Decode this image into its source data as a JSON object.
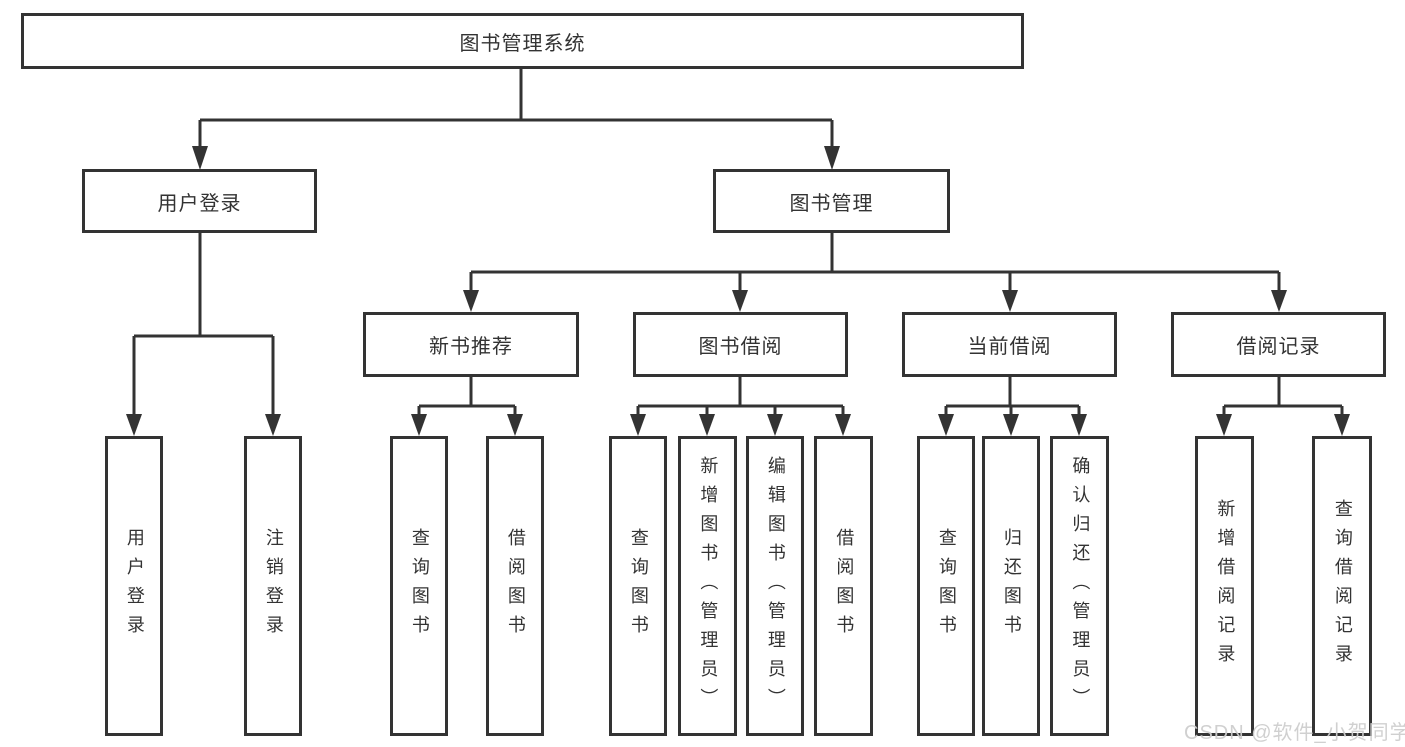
{
  "colors": {
    "line": "#333333",
    "box_border": "#333333",
    "text": "#333333",
    "background": "#ffffff",
    "watermark": "#cdcdcd"
  },
  "tree": {
    "label": "图书管理系统",
    "children": [
      {
        "label": "用户登录",
        "children": [
          {
            "label": "用户登录"
          },
          {
            "label": "注销登录"
          }
        ]
      },
      {
        "label": "图书管理",
        "children": [
          {
            "label": "新书推荐",
            "children": [
              {
                "label": "查询图书"
              },
              {
                "label": "借阅图书"
              }
            ]
          },
          {
            "label": "图书借阅",
            "children": [
              {
                "label": "查询图书"
              },
              {
                "label": "新增图书（管理员）"
              },
              {
                "label": "编辑图书（管理员）"
              },
              {
                "label": "借阅图书"
              }
            ]
          },
          {
            "label": "当前借阅",
            "children": [
              {
                "label": "查询图书"
              },
              {
                "label": "归还图书"
              },
              {
                "label": "确认归还（管理员）"
              }
            ]
          },
          {
            "label": "借阅记录",
            "children": [
              {
                "label": "新增借阅记录"
              },
              {
                "label": "查询借阅记录"
              }
            ]
          }
        ]
      }
    ]
  },
  "watermark": "CSDN @软件_小贺同学"
}
